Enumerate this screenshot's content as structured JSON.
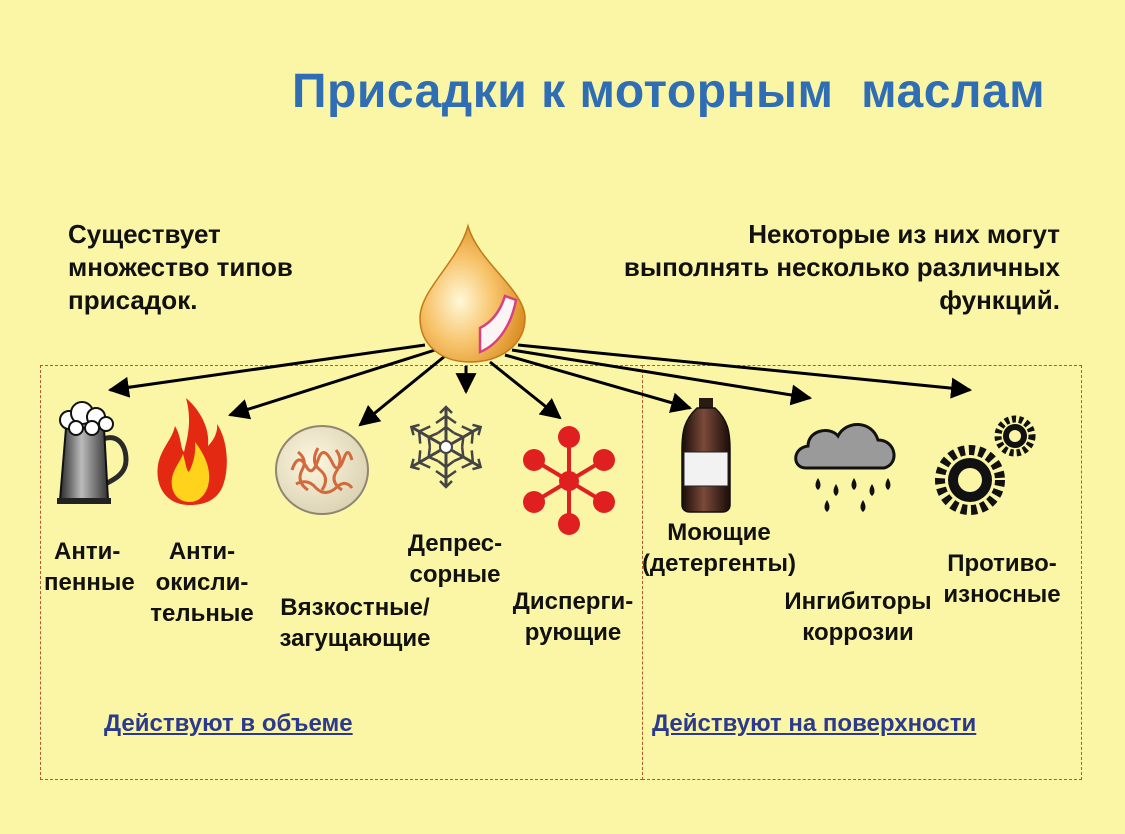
{
  "title": "Присадки к моторным  маслам",
  "note_left": [
    "Существует",
    "множество типов",
    "присадок."
  ],
  "note_right": [
    "Некоторые из них могут",
    "выполнять несколько различных",
    "функций."
  ],
  "additives": {
    "antifoam": [
      "Анти-",
      "пенные"
    ],
    "antioxidant": [
      "Анти-",
      "окисли-",
      "тельные"
    ],
    "viscosity": [
      "Вязкостные/",
      "загущающие"
    ],
    "depressant": [
      "Депрес-",
      "сорные"
    ],
    "dispersant": [
      "Дисперги-",
      "рующие"
    ],
    "detergent": [
      "Моющие",
      "(детергенты)"
    ],
    "inhibitor": [
      "Ингибиторы",
      "коррозии"
    ],
    "antiwear": [
      "Противо-",
      "износные"
    ]
  },
  "groups": {
    "volume": "Действуют в объеме",
    "surface": "Действуют на поверхности"
  },
  "colors": {
    "background": "#fbf6a6",
    "title": "#2f6db4",
    "group_label": "#2c3a8e",
    "frame": "#b35a2a",
    "flame": "#e32912",
    "molecule": "#e02020"
  },
  "icons": [
    "oil-drop-icon",
    "beer-mug-icon",
    "flame-icon",
    "polymer-disk-icon",
    "snowflake-icon",
    "molecule-icon",
    "bottle-icon",
    "rain-cloud-icon",
    "gears-icon"
  ]
}
